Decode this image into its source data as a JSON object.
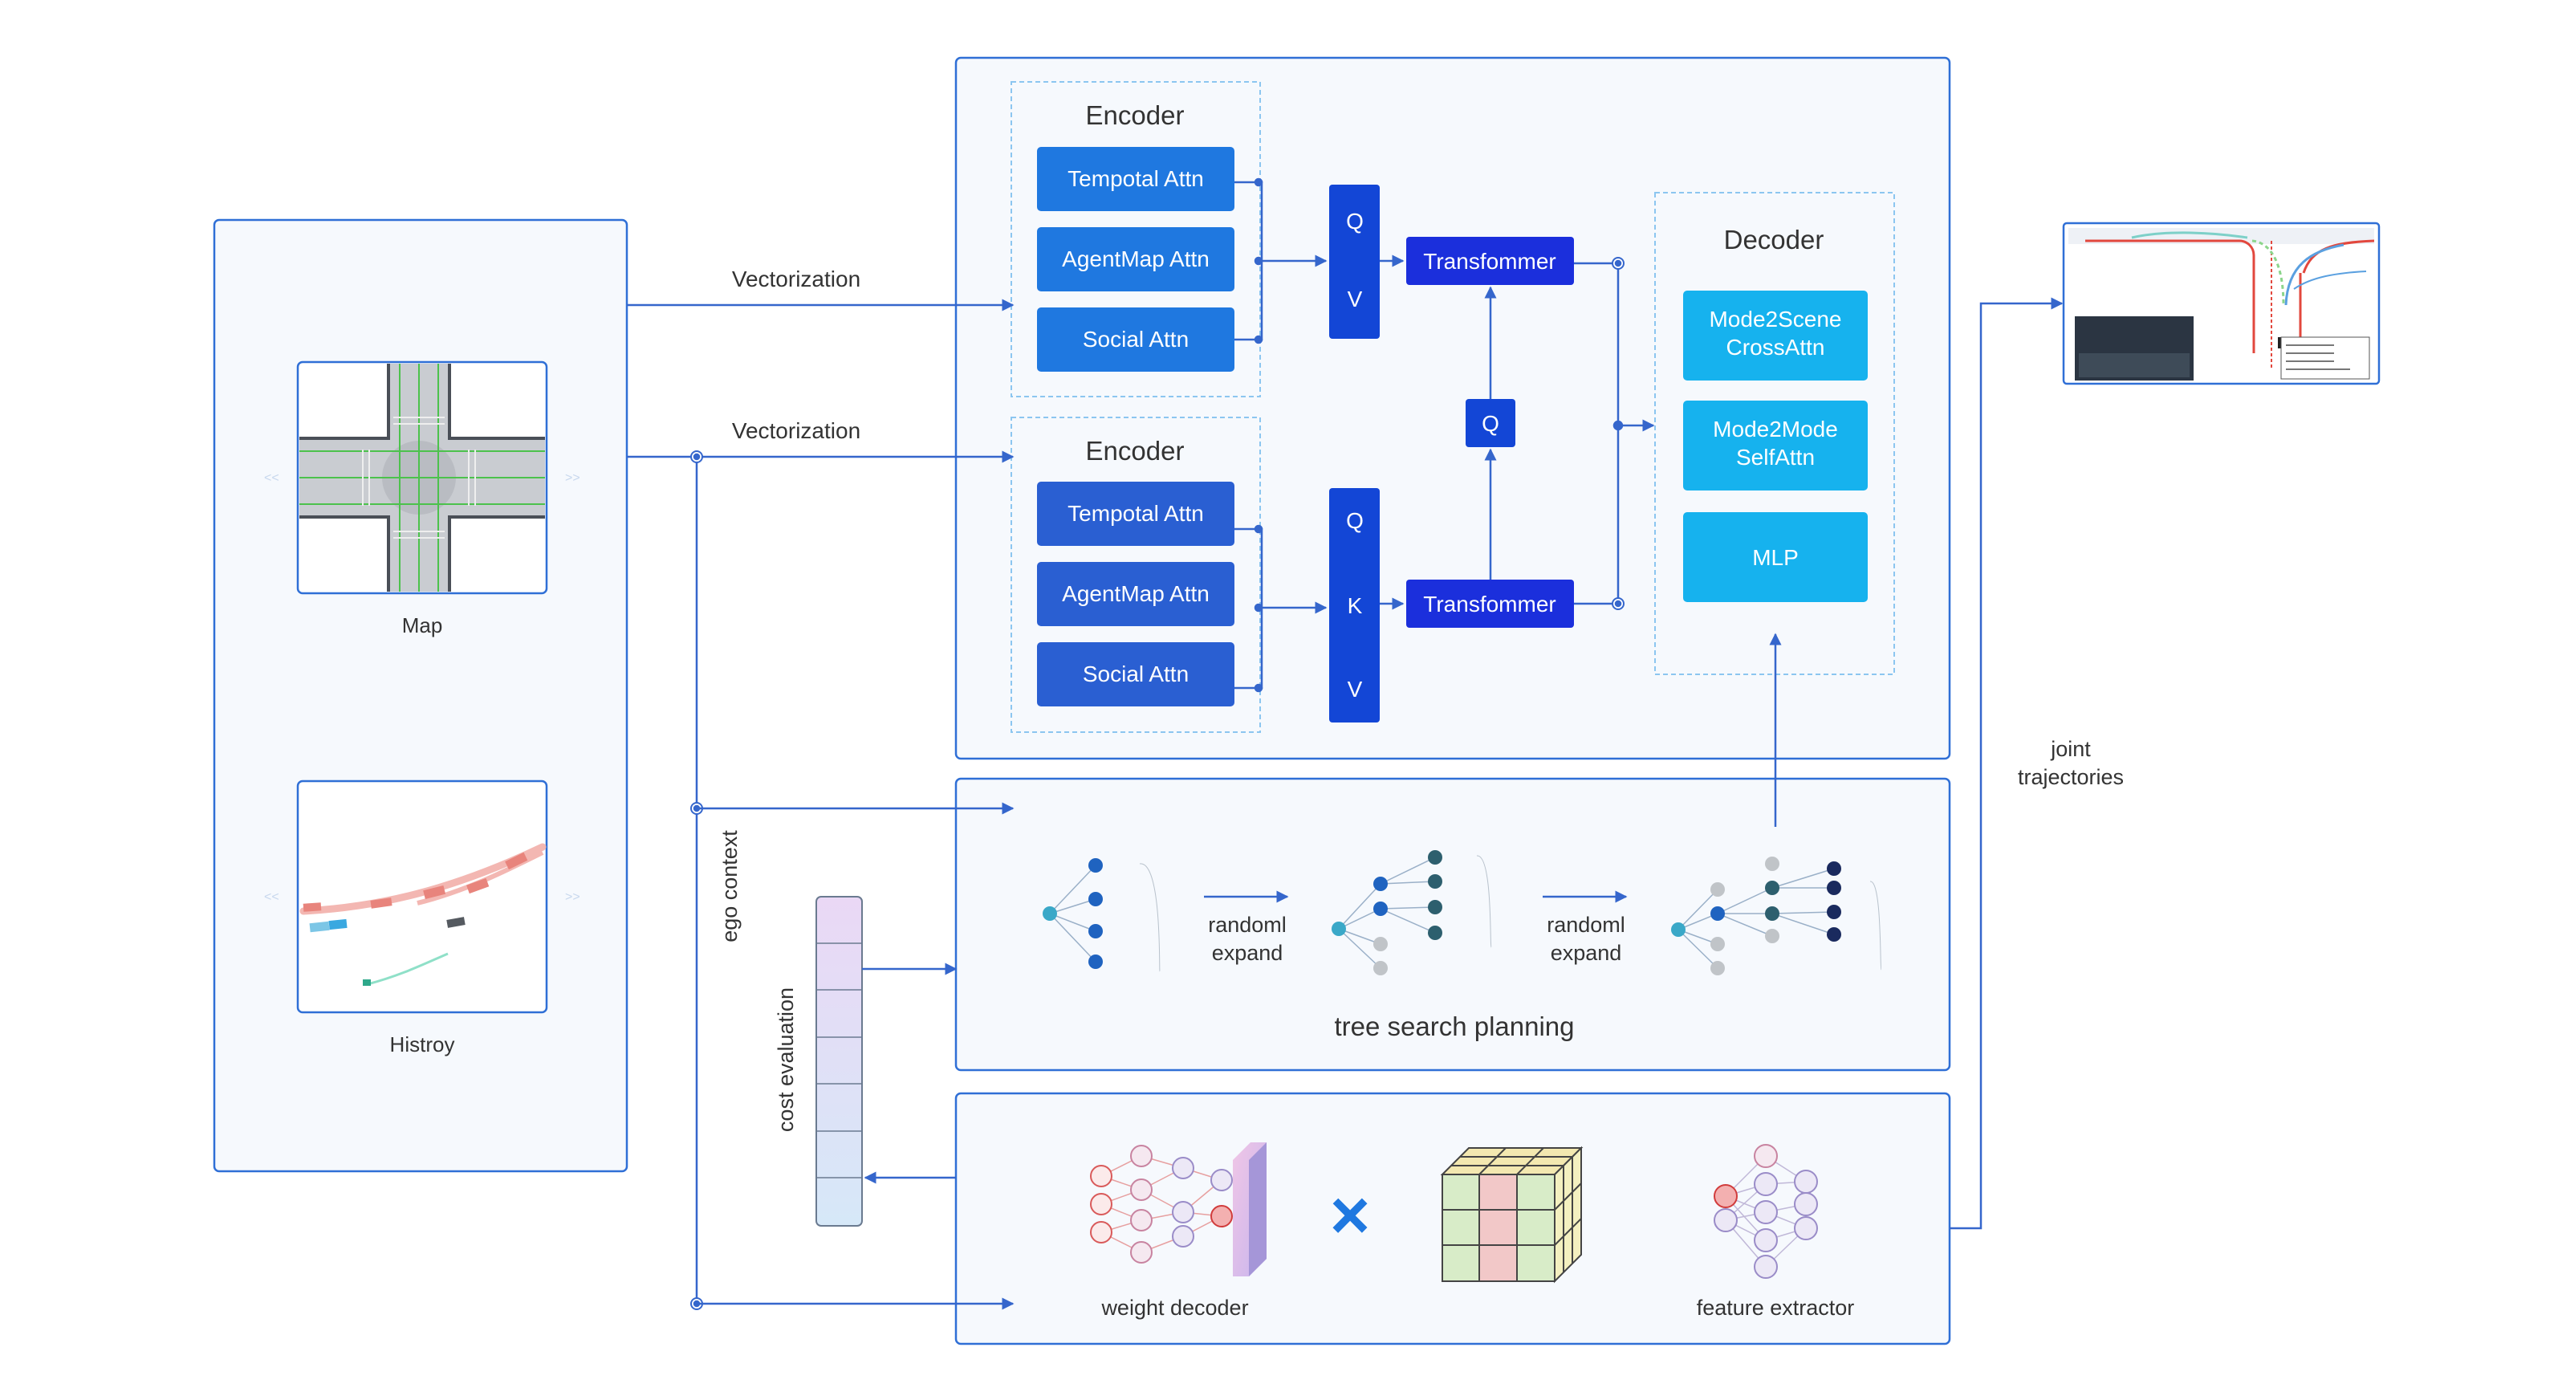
{
  "input_panel": {
    "map_label": "Map",
    "history_label": "Histroy"
  },
  "flows": {
    "vectorization_1": "Vectorization",
    "vectorization_2": "Vectorization",
    "ego_context": "ego context",
    "cost_evaluation": "cost evaluation",
    "joint_trajectories": [
      "joint",
      "trajectories"
    ]
  },
  "encoders": [
    {
      "title": "Encoder",
      "blocks": [
        "Tempotal Attn",
        "AgentMap Attn",
        "Social Attn"
      ]
    },
    {
      "title": "Encoder",
      "blocks": [
        "Tempotal Attn",
        "AgentMap Attn",
        "Social Attn"
      ]
    }
  ],
  "attention": {
    "qv_letters": [
      "Q",
      "V"
    ],
    "qkv_letters": [
      "Q",
      "K",
      "V"
    ],
    "q_small": "Q",
    "transformer_1": "Transfommer",
    "transformer_2": "Transfommer"
  },
  "decoder": {
    "title": "Decoder",
    "blocks": [
      [
        "Mode2Scene",
        "CrossAttn"
      ],
      [
        "Mode2Mode",
        "SelfAttn"
      ],
      [
        "MLP"
      ]
    ]
  },
  "tree_search": {
    "title": "tree search planning",
    "expand_label_1": [
      "randoml",
      "expand"
    ],
    "expand_label_2": [
      "randoml",
      "expand"
    ]
  },
  "cost_module": {
    "weight_decoder_label": "weight decoder",
    "feature_extractor_label": "feature extractor",
    "multiply_symbol": "×"
  },
  "colors": {
    "panel_border": "#2f6fd6",
    "panel_fill": "#f6f9fd",
    "encoder_block": "#1f78e0",
    "encoder_block_2": "#2a5fd2",
    "qkv_block": "#1346d6",
    "transformer_block": "#1b2fdc",
    "decoder_block": "#16b2ee",
    "arrow": "#3566cc"
  }
}
